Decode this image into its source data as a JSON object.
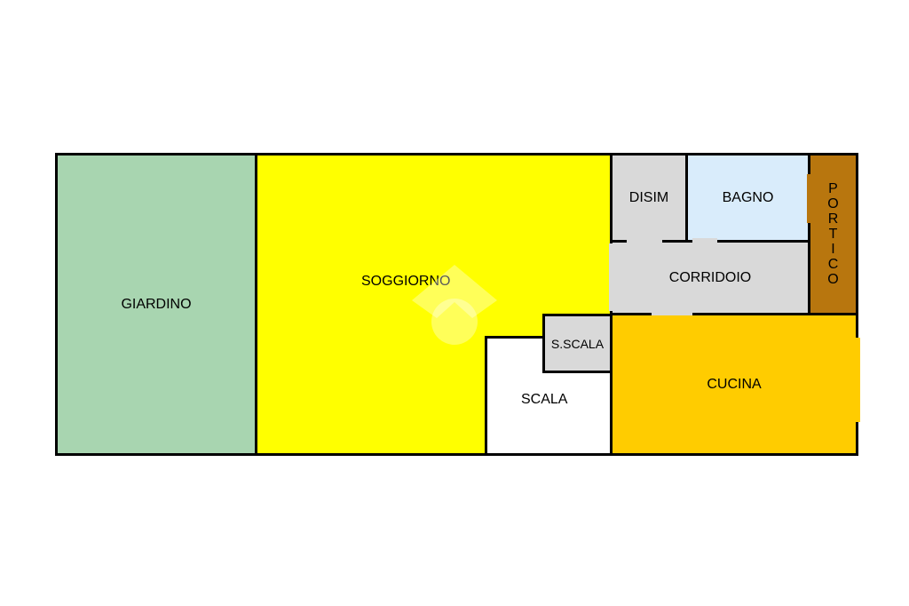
{
  "plan": {
    "rooms": {
      "giardino": {
        "label": "GIARDINO",
        "color": "#a8d5b0"
      },
      "soggiorno": {
        "label": "SOGGIORNO",
        "color": "#ffff00"
      },
      "disim": {
        "label": "DISIM",
        "color": "#d9d9d9"
      },
      "bagno": {
        "label": "BAGNO",
        "color": "#d9ecfb"
      },
      "portico": {
        "label": "PORTICO",
        "color": "#b8760e"
      },
      "corridoio": {
        "label": "CORRIDOIO",
        "color": "#d9d9d9"
      },
      "sscala": {
        "label": "S.SCALA",
        "color": "#d9d9d9"
      },
      "scala": {
        "label": "SCALA",
        "color": "#ffffff"
      },
      "cucina": {
        "label": "CUCINA",
        "color": "#ffcc00"
      }
    },
    "wall_color": "#000000"
  }
}
